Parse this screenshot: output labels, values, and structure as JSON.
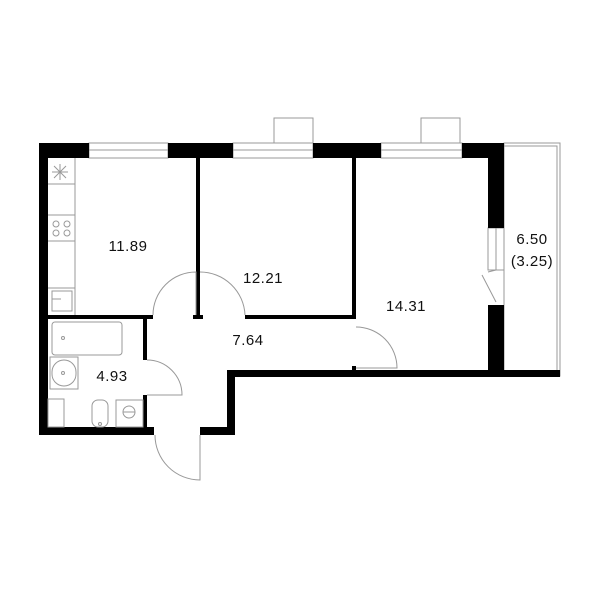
{
  "plan": {
    "rooms": [
      {
        "id": "kitchen",
        "area": "11.89"
      },
      {
        "id": "bedroom-1",
        "area": "12.21"
      },
      {
        "id": "hallway",
        "area": "7.64"
      },
      {
        "id": "bathroom",
        "area": "4.93"
      },
      {
        "id": "bedroom-2",
        "area": "14.31"
      },
      {
        "id": "balcony",
        "area": "6.50",
        "reduced_area": "(3.25)"
      }
    ],
    "colors": {
      "wall": "#000000",
      "fixture": "#999999"
    }
  }
}
